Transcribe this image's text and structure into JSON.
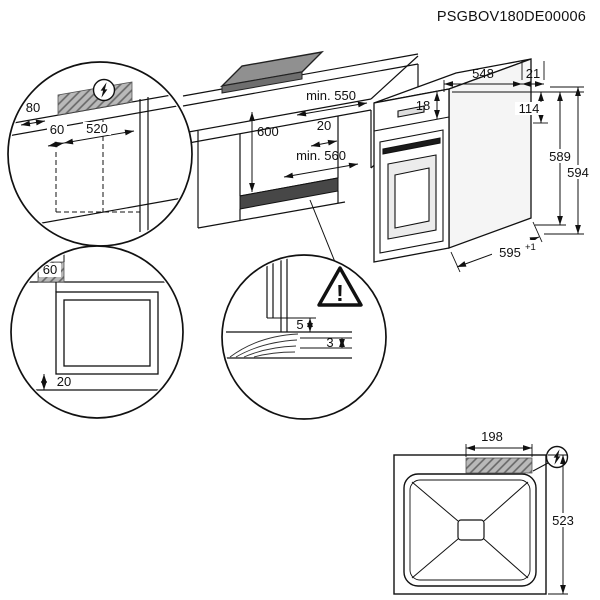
{
  "header": {
    "code": "PSGBOV180DE00006"
  },
  "colors": {
    "line": "#111111",
    "hatch_fill": "#b9b9b9",
    "hatch_stroke": "#666666",
    "vent_strip": "#474747",
    "hob_fill": "#909090"
  },
  "cabinet_view": {
    "niche_depth": "min. 550",
    "niche_height": "600",
    "rear_gap": "20",
    "niche_width": "min. 560"
  },
  "oven_view": {
    "depth": "548",
    "rear_clearance": "21",
    "top_inset": "18",
    "panel_height": "114",
    "body_height": "589",
    "overall_height": "594",
    "width": "595",
    "width_tolerance": "+1"
  },
  "electrical_detail": {
    "dim_offset": "80",
    "dim_zone": "60",
    "dim_depth": "520"
  },
  "corner_detail": {
    "dim_rear": "60",
    "dim_front": "20"
  },
  "gap_detail": {
    "gap_top": "5",
    "gap_bottom": "3"
  },
  "top_view": {
    "connection_width": "198",
    "connection_depth": "523"
  },
  "symbols": {
    "power": "lightning-bolt",
    "warning": "exclamation-triangle",
    "warning_glyph": "!"
  }
}
